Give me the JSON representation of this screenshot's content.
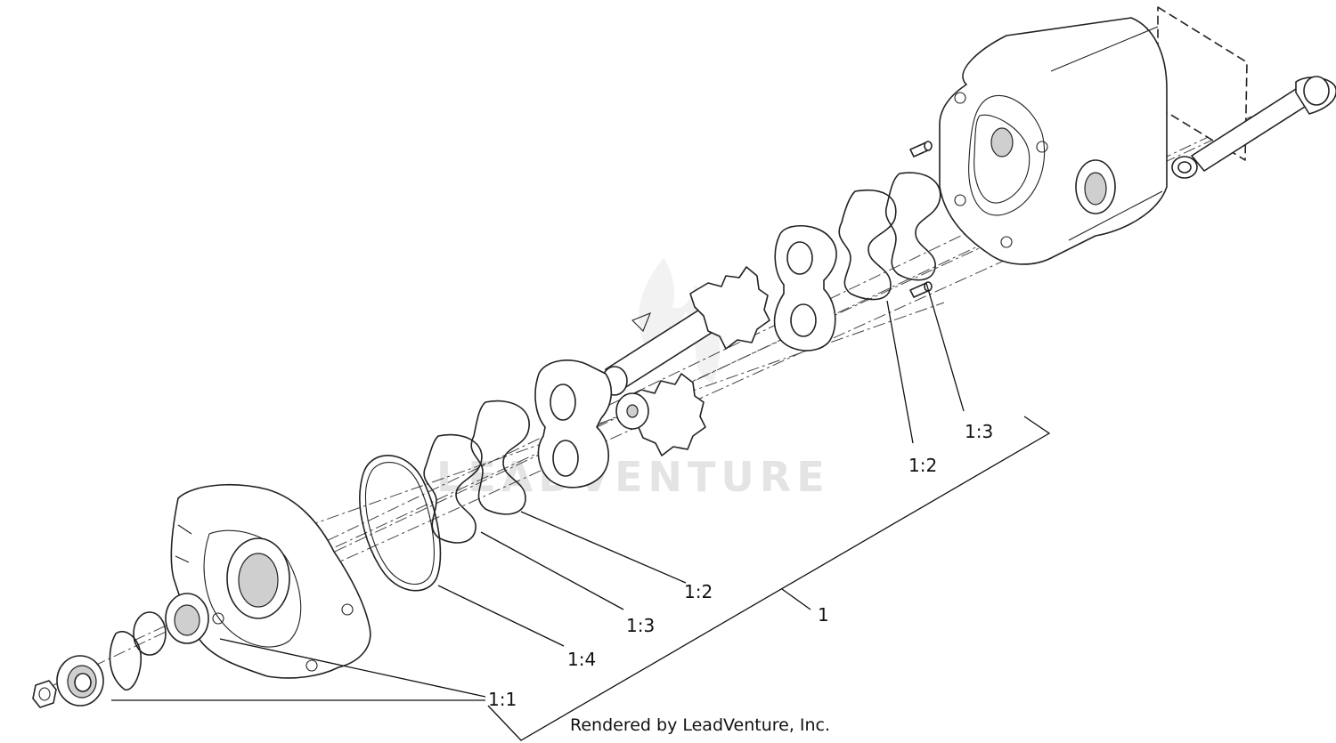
{
  "watermark": "LEADVENTURE",
  "credit": "Rendered by LeadVenture, Inc.",
  "callouts": {
    "assembly": "1",
    "seal_kit_front": "1:1",
    "wear_plate_front": "1:2",
    "gasket_front": "1:3",
    "oring": "1:4",
    "wear_plate_rear": "1:2",
    "gasket_rear": "1:3"
  }
}
